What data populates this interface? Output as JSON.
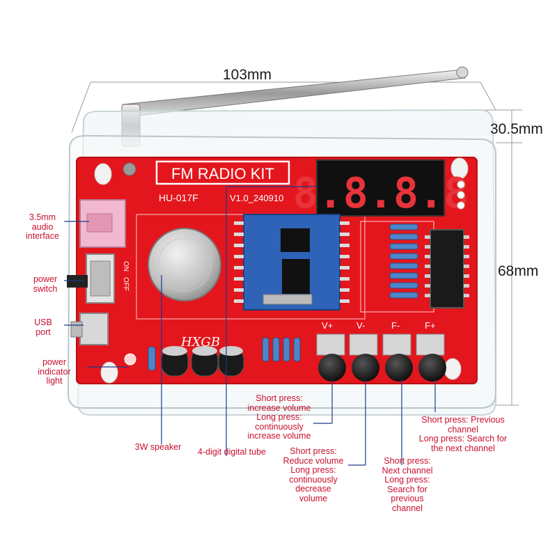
{
  "dimensions": {
    "width": "103mm",
    "depth": "30.5mm",
    "height": "68mm"
  },
  "board": {
    "title": "FM RADIO KIT",
    "model": "HU-017F",
    "version": "V1.0_240910",
    "display_digits": "8.8.8.8",
    "switch_on": "ON",
    "switch_off": "OFF",
    "logo_text": "HXGB"
  },
  "buttons": [
    {
      "label": "V+"
    },
    {
      "label": "V-"
    },
    {
      "label": "F-"
    },
    {
      "label": "F+"
    }
  ],
  "callouts": {
    "audio": "3.5mm\naudio\ninterface",
    "power_switch": "power\nswitch",
    "usb": "USB\nport",
    "power_light": "power\nindicator\nlight",
    "speaker": "3W speaker",
    "digital_tube": "4-digit digital tube",
    "v_plus": "Short press:\nincrease volume\nLong press:\ncontinuously\nincrease volume",
    "v_minus": "Short press:\nReduce volume\nLong press:\ncontinuously\ndecrease\nvolume",
    "f_minus": "Short press:\nNext channel\nLong press:\nSearch for\nprevious\nchannel",
    "f_plus": "Short press: Previous\nchannel\nLong press: Search for\nthe next channel"
  },
  "colors": {
    "pcb": "#e3161d",
    "label": "#c8102e",
    "digit": "#e8333a"
  }
}
